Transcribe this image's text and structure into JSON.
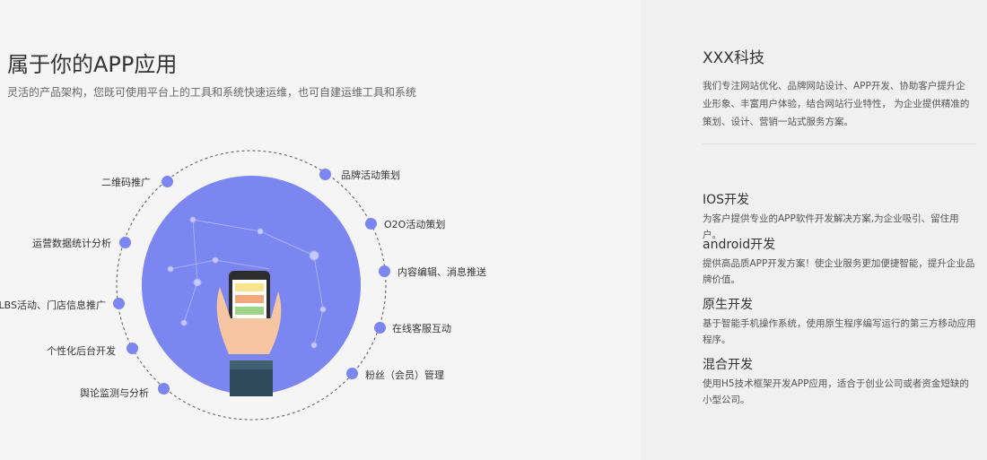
{
  "main": {
    "title": "属于你的APP应用",
    "subtitle": "灵活的产品架构，您既可使用平台上的工具和系统快速运维，也可自建运维工具和系统",
    "accent": "#7b86f0",
    "left_nodes": [
      "二维码推广",
      "运营数据统计分析",
      "LBS活动、门店信息推广",
      "个性化后台开发",
      "舆论监测与分析"
    ],
    "right_nodes": [
      "品牌活动策划",
      "O2O活动策划",
      "内容编辑、消息推送",
      "在线客服互动",
      "粉丝（会员）管理"
    ]
  },
  "sidebar": {
    "company": "XXX科技",
    "description": "我们专注网站优化、品牌网站设计、APP开发、协助客户提升企业形象、丰富用户体验，结合网站行业特性， 为企业提供精准的策划、设计、营销一站式服务方案。",
    "services": [
      {
        "title": "IOS开发",
        "desc": "为客户提供专业的APP软件开发解决方案,为企业吸引、留住用户。"
      },
      {
        "title": "android开发",
        "desc": "提供高品质APP开发方案！使企业服务更加便捷智能，提升企业品牌价值。"
      },
      {
        "title": "原生开发",
        "desc": "基于智能手机操作系统，使用原生程序编写运行的第三方移动应用程序。"
      },
      {
        "title": "混合开发",
        "desc": "使用H5技术框架开发APP应用，适合于创业公司或者资金短缺的小型公司。"
      }
    ]
  }
}
